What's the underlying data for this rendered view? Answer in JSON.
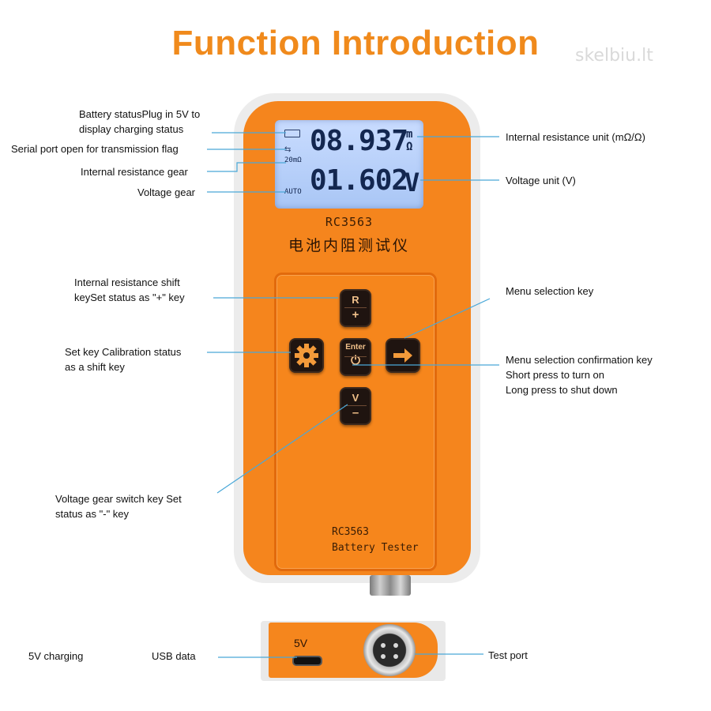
{
  "title": "Function Introduction",
  "watermark": "skelbiu.lt",
  "device": {
    "lcd_top": "08.937",
    "lcd_top_unit": "mΩ",
    "lcd_bottom": "01.602",
    "lcd_bottom_unit": "V",
    "lcd_auto": "AUTO",
    "lcd_range": "20mΩ",
    "model_top": "RC3563",
    "chinese_name": "电池内阻测试仪",
    "model_bottom": "RC3563",
    "product_name": "Battery Tester",
    "usb_label": "5V"
  },
  "keys": {
    "r_top": "R",
    "r_bottom": "+",
    "enter_top": "Enter",
    "enter_bottom": "⏻",
    "v_top": "V",
    "v_bottom": "–"
  },
  "labels": {
    "battery_status_1": "Battery statusPlug in 5V to",
    "battery_status_2": "display charging status",
    "serial_port": "Serial port open for transmission flag",
    "ir_gear": "Internal resistance gear",
    "voltage_gear": "Voltage gear",
    "ir_unit": "Internal resistance unit (mΩ/Ω)",
    "voltage_unit": "Voltage unit (V)",
    "ir_shift_1": "Internal resistance shift",
    "ir_shift_2": "keySet status as \"+\" key",
    "set_key_1": "Set key Calibration status",
    "set_key_2": "as a shift key",
    "menu_select": "Menu selection key",
    "menu_confirm_1": "Menu selection confirmation key",
    "menu_confirm_2": "Short press to turn on",
    "menu_confirm_3": "Long press to shut down",
    "voltage_switch_1": "Voltage gear switch key Set",
    "voltage_switch_2": "status as \"-\" key",
    "charging_5v": "5V charging",
    "usb_data": "USB data",
    "test_port": "Test port"
  },
  "colors": {
    "accent_orange": "#f08a1c",
    "callout_line": "#4aa8d8",
    "lcd_blue": "#b8d0fa"
  }
}
